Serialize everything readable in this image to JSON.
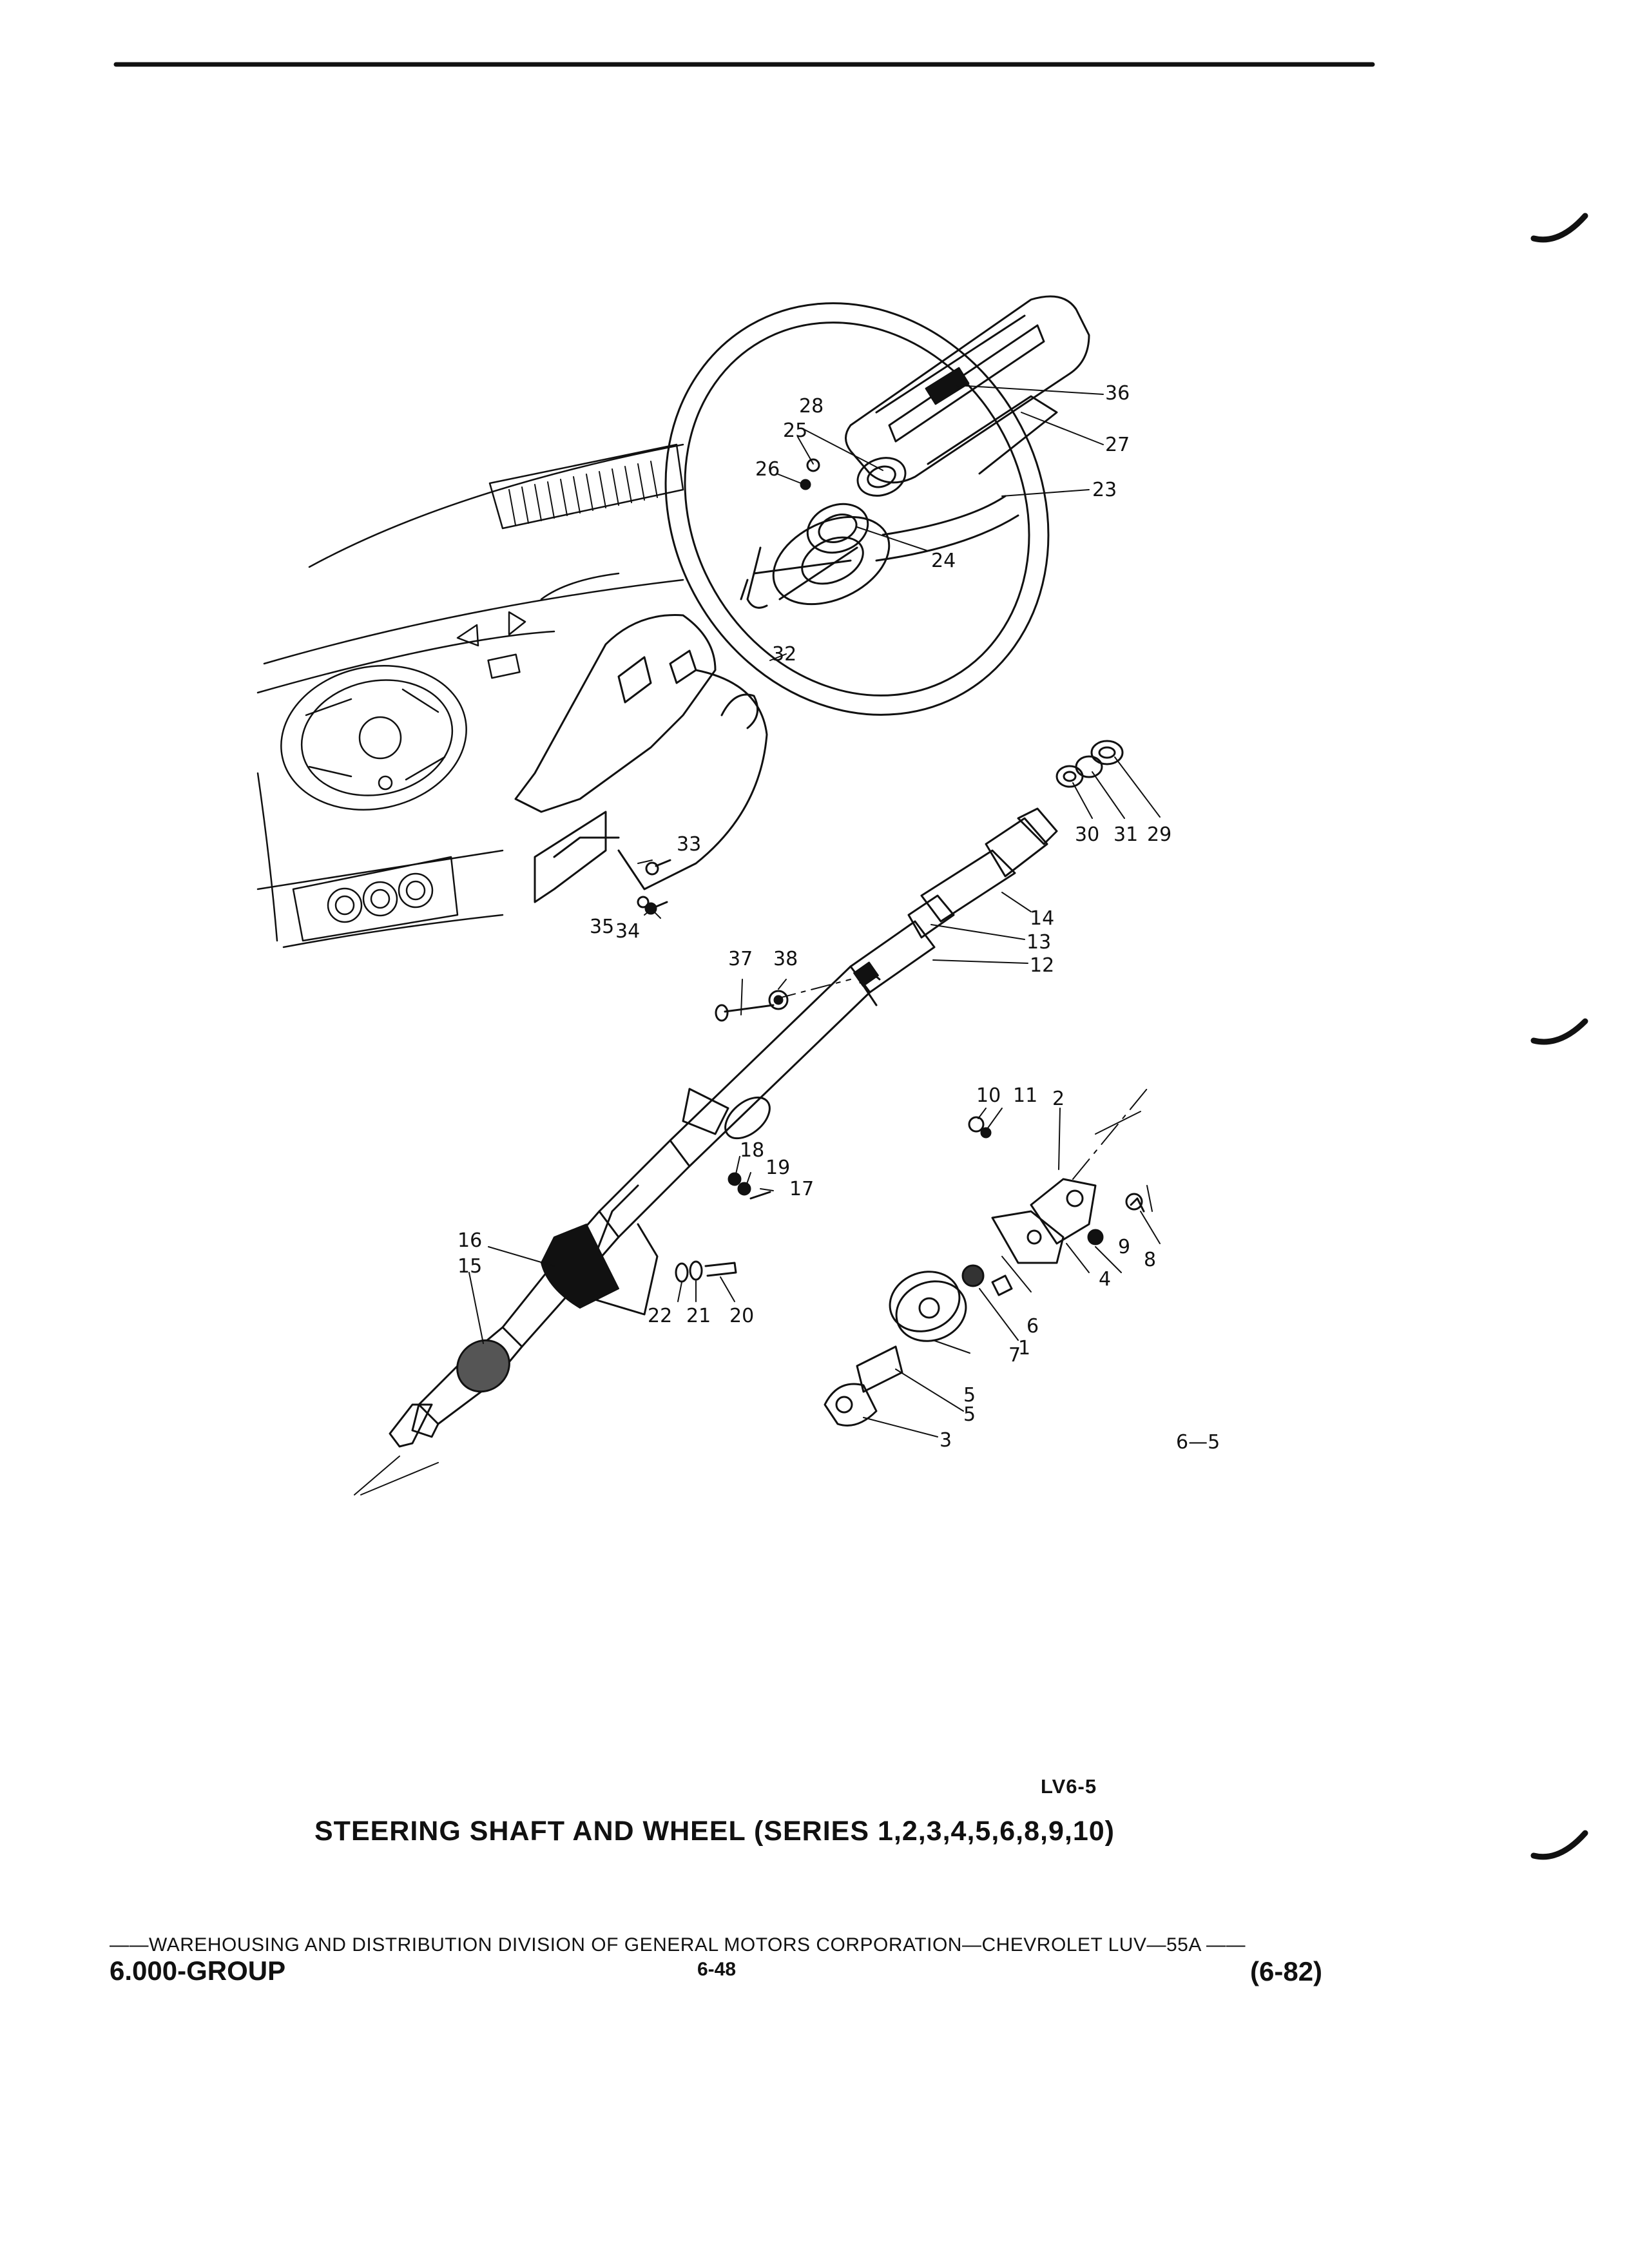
{
  "figure": {
    "code": "LV6-5",
    "view_number": "6—5",
    "caption": "STEERING SHAFT AND WHEEL (SERIES 1,2,3,4,5,6,8,9,10)"
  },
  "callouts": [
    "1",
    "2",
    "3",
    "4",
    "5",
    "5",
    "6",
    "7",
    "8",
    "9",
    "10",
    "11",
    "12",
    "13",
    "14",
    "15",
    "16",
    "17",
    "18",
    "19",
    "20",
    "21",
    "22",
    "23",
    "24",
    "25",
    "26",
    "27",
    "28",
    "29",
    "30",
    "31",
    "32",
    "33",
    "34",
    "35",
    "36",
    "37",
    "38"
  ],
  "footer": {
    "credit": "——WAREHOUSING AND DISTRIBUTION DIVISION OF GENERAL MOTORS CORPORATION—CHEVROLET LUV—55A ——",
    "group": "6.000-GROUP",
    "page": "6-48",
    "date": "(6-82)"
  }
}
